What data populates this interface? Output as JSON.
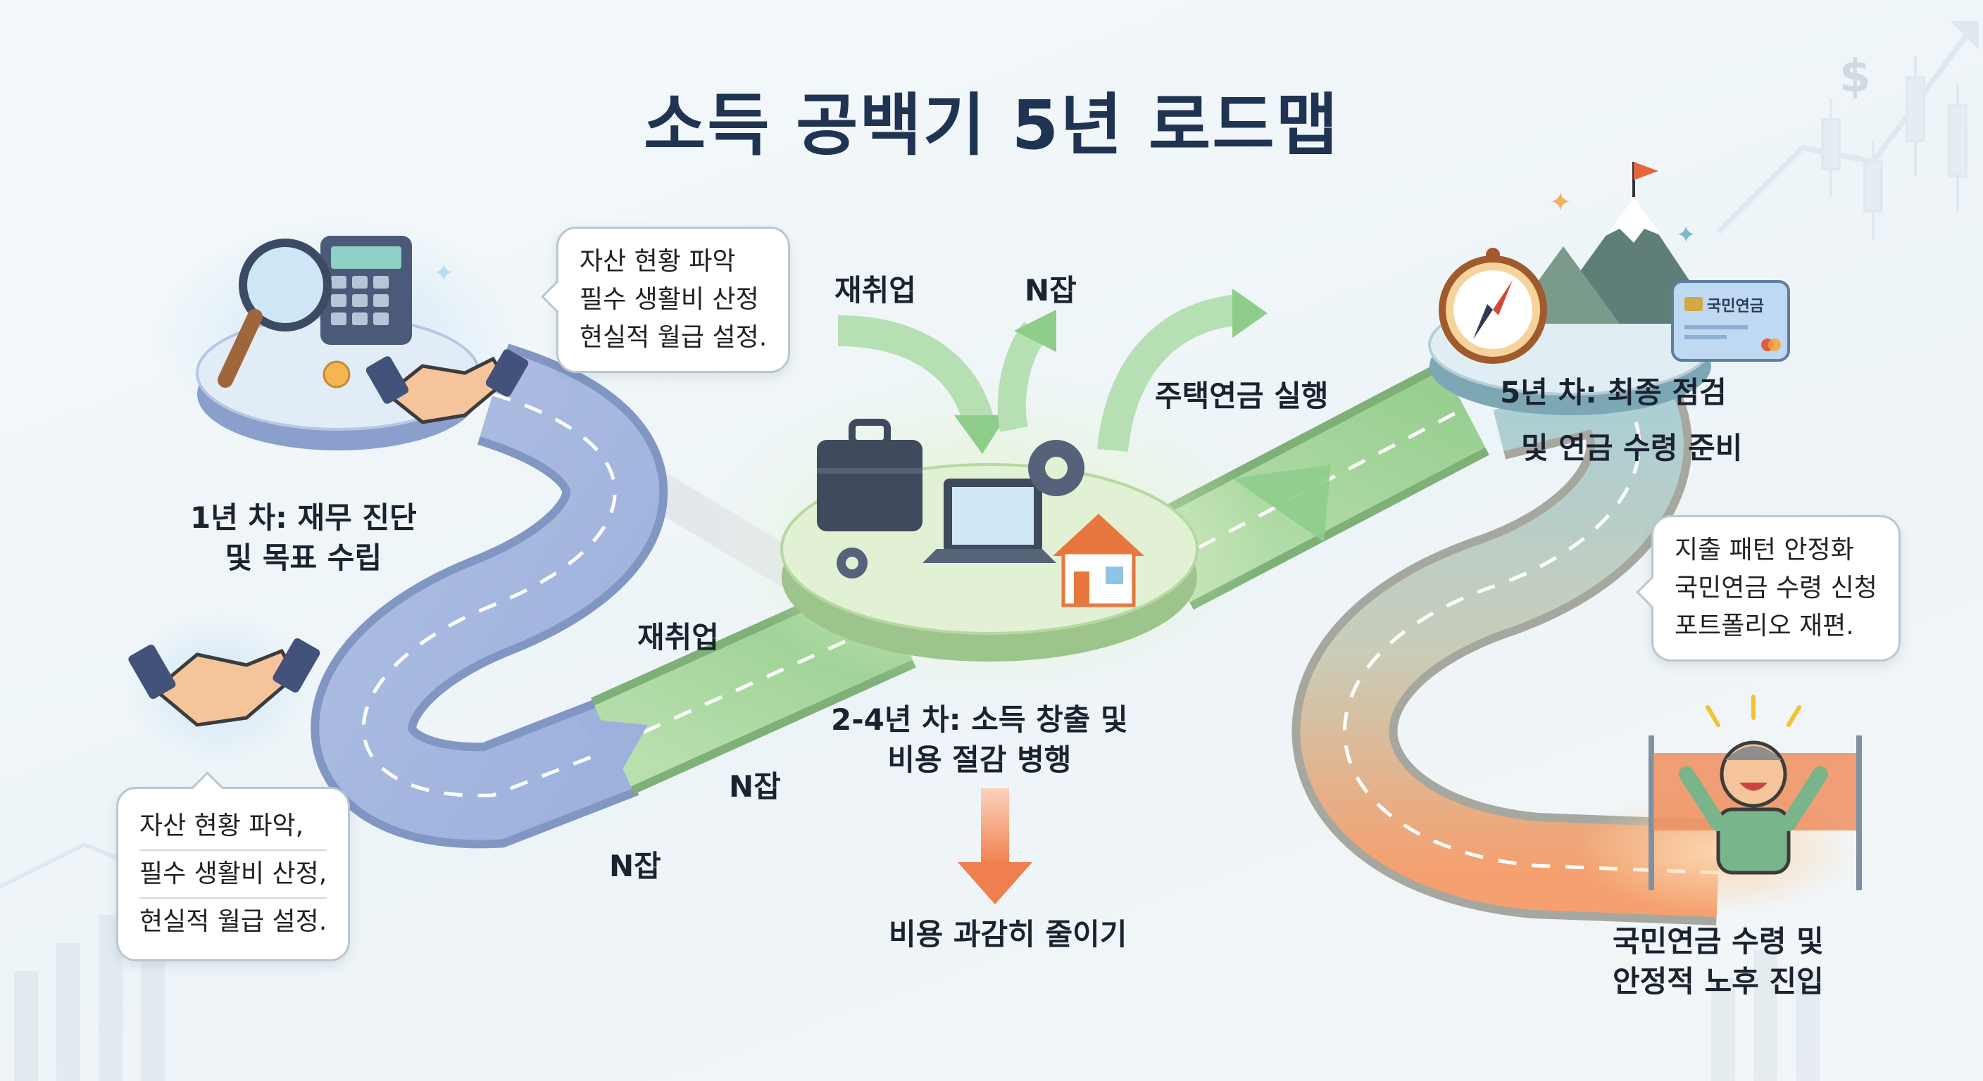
{
  "title": "소득 공백기 5년 로드맵",
  "stages": {
    "year1": {
      "label_line1": "1년 차: 재무 진단",
      "label_line2": "및 목표 수립"
    },
    "year2_4": {
      "label_line1": "2-4년 차: 소득 창출 및",
      "label_line2": "비용 절감 병행"
    },
    "year5": {
      "label_line1": "5년 차: 최종 점검",
      "label_line2": "및 연금 수령 준비"
    },
    "final": {
      "label_line1": "국민연금 수령 및",
      "label_line2": "안정적 노후 진입"
    }
  },
  "bubbles": {
    "top_center": [
      "자산 현황 파악",
      "필수 생활비 산정",
      "현실적 월급 설정."
    ],
    "bottom_left": [
      "자산 현황 파악,",
      "필수 생활비 산정,",
      "현실적 월급 설정."
    ],
    "right": [
      "지출 패턴 안정화",
      "국민연금 수령 신청",
      "포트폴리오 재편."
    ]
  },
  "arrows": {
    "reemployment_top": "재취업",
    "njob_top": "N잡",
    "housing_pension": "주택연금 실행",
    "reemployment_mid": "재취업",
    "njob_mid": "N잡",
    "njob_low": "N잡",
    "cut_costs": "비용 과감히 줄이기"
  },
  "icons": {
    "card_text": "국민연금",
    "dollar_sign": "$"
  },
  "colors": {
    "title": "#1f3452",
    "road_blue": "#9fb6df",
    "road_green": "#a9d69a",
    "road_orange": "#f4a877",
    "platform_blue": "#dce8f6",
    "platform_green": "#dff0cf",
    "arrow_green": "#8fcd8b",
    "arrow_orange": "#f08a5d"
  }
}
